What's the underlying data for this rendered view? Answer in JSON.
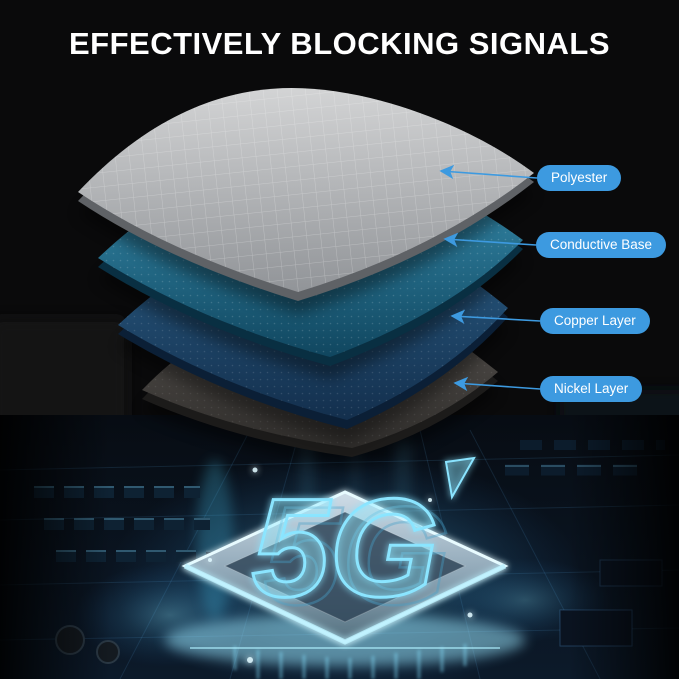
{
  "title": "EFFECTIVELY BLOCKING SIGNALS",
  "layers": [
    {
      "name": "polyester",
      "label": "Polyester"
    },
    {
      "name": "conductive-base",
      "label": "Conductive Base"
    },
    {
      "name": "copper-layer",
      "label": "Copper Layer"
    },
    {
      "name": "nickel-layer",
      "label": "Nickel Layer"
    }
  ],
  "hologram": {
    "text": "5G"
  },
  "colors": {
    "background": "#0a0a0b",
    "title_text": "#ffffff",
    "accent_blue": "#3d9ae0",
    "pill_text": "#ffffff",
    "polyester_top": "#d3d4d5",
    "polyester_bottom": "#919498",
    "polyester_edge": "#5f6266",
    "conductive_top": "#3a93b4",
    "conductive_bottom": "#10465f",
    "conductive_edge": "#092f42",
    "copper_top": "#2b5e86",
    "copper_bottom": "#132f4d",
    "copper_edge": "#0b1f36",
    "nickel_top": "#585450",
    "nickel_bottom": "#2f2d2b",
    "nickel_edge": "#1c1b1a",
    "hologram_glow": "#8ae4ff"
  }
}
